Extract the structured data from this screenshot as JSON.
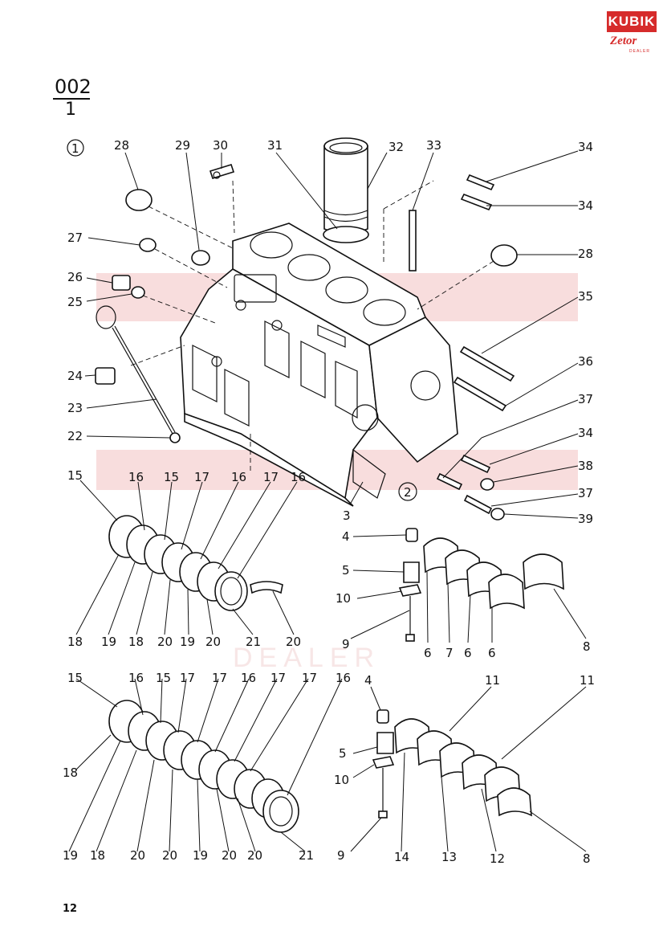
{
  "logo": {
    "top_text": "KUBIK",
    "bottom_text": "Zetor",
    "dealer_text": "DEALER",
    "color": "#d62b2b"
  },
  "header": {
    "group": "002",
    "sheet": "1"
  },
  "footer": {
    "page_number": "12"
  },
  "watermark": {
    "text": "DEALER",
    "color": "#e8b9b9"
  },
  "figures": [
    {
      "id": "fig1",
      "marker": "1"
    },
    {
      "id": "fig2",
      "marker": "2"
    }
  ],
  "callouts": {
    "c28a": "28",
    "c29": "29",
    "c30": "30",
    "c31": "31",
    "c32": "32",
    "c33": "33",
    "c34a": "34",
    "c34b": "34",
    "c28b": "28",
    "c27": "27",
    "c26": "26",
    "c25": "25",
    "c35": "35",
    "c24": "24",
    "c36": "36",
    "c23": "23",
    "c37a": "37",
    "c22": "22",
    "c34c": "34",
    "c38": "38",
    "c37b": "37",
    "c39": "39",
    "c3": "3",
    "u15a": "15",
    "u16a": "16",
    "u15b": "15",
    "u17a": "17",
    "u16b": "16",
    "u17b": "17",
    "u16c": "16",
    "u4": "4",
    "u5": "5",
    "u10": "10",
    "u9": "9",
    "u18a": "18",
    "u19a": "19",
    "u18b": "18",
    "u20a": "20",
    "u19b": "19",
    "u20b": "20",
    "u21": "21",
    "u20c": "20",
    "u6a": "6",
    "u7": "7",
    "u6b": "6",
    "u6c": "6",
    "u8": "8",
    "l15a": "15",
    "l16a": "16",
    "l15b": "15",
    "l17a": "17",
    "l17b": "17",
    "l16b": "16",
    "l17c": "17",
    "l17d": "17",
    "l16c": "16",
    "l4": "4",
    "l11a": "11",
    "l11b": "11",
    "l5": "5",
    "l10": "10",
    "l18a": "18",
    "l19a": "19",
    "l18b": "18",
    "l20a": "20",
    "l20b": "20",
    "l19b": "19",
    "l20c": "20",
    "l20d": "20",
    "l21": "21",
    "l9": "9",
    "l14": "14",
    "l13": "13",
    "l12": "12",
    "l8": "8"
  }
}
